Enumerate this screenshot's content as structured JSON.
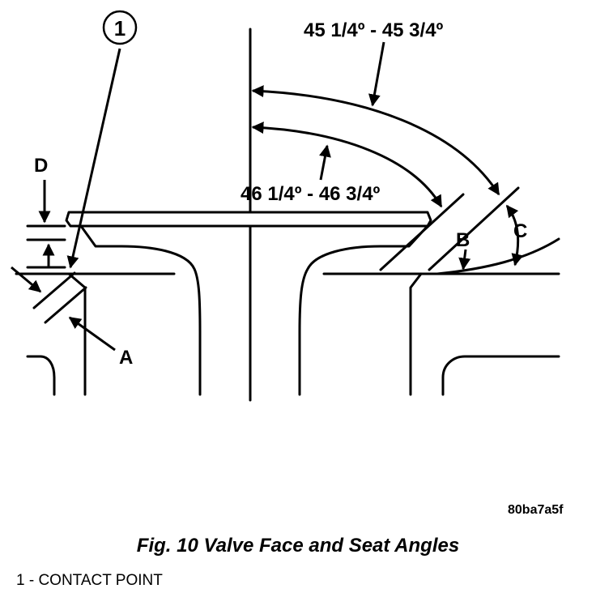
{
  "diagram": {
    "callout_1": "1",
    "angle_outer": "45 1/4º - 45 3/4º",
    "angle_inner": "46 1/4º - 46 3/4º",
    "label_a": "A",
    "label_b": "B",
    "label_c": "C",
    "label_d": "D",
    "figure_code": "80ba7a5f"
  },
  "caption": "Fig. 10 Valve Face and Seat Angles",
  "legend": [
    {
      "text": "1 - CONTACT POINT"
    }
  ]
}
